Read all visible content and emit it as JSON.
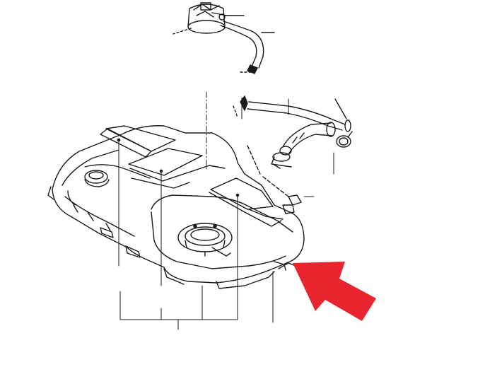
{
  "diagram": {
    "parts": [
      {
        "id": "fuel-pump-unit",
        "icon": "fuel-pump-icon"
      },
      {
        "id": "evap-hose",
        "icon": "hose-icon"
      },
      {
        "id": "vent-hose",
        "icon": "hose-icon"
      },
      {
        "id": "filler-neck-hose",
        "icon": "hose-icon"
      },
      {
        "id": "hose-clamp",
        "icon": "clamp-icon"
      },
      {
        "id": "fuel-tank",
        "icon": "fuel-tank-icon"
      },
      {
        "id": "insulator-pads",
        "icon": "pad-icon"
      }
    ],
    "colors": {
      "line": "#1a1a1a",
      "background": "#ffffff",
      "pointer_arrow": "#e8252f"
    },
    "annotation": {
      "icon": "pointer-arrow-icon",
      "points_to": "fuel-tank"
    }
  }
}
